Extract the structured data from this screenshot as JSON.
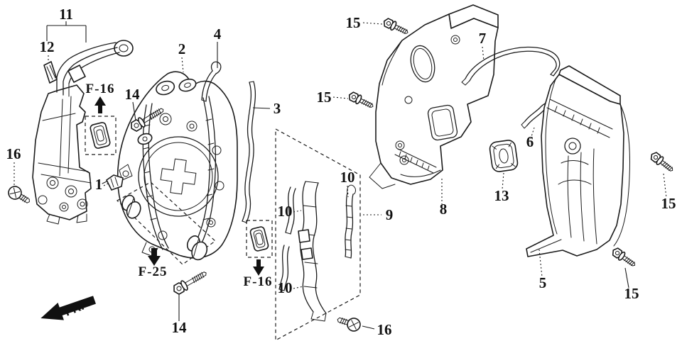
{
  "diagram": {
    "type": "exploded-parts-diagram",
    "background": "#ffffff",
    "line_color": "#1b1b1b"
  },
  "callouts": [
    {
      "text": "11"
    },
    {
      "text": "12"
    },
    {
      "text": "2"
    },
    {
      "text": "4"
    },
    {
      "text": "3"
    },
    {
      "text": "14"
    },
    {
      "text": "16"
    },
    {
      "text": "1"
    },
    {
      "text": "15"
    },
    {
      "text": "15"
    },
    {
      "text": "7"
    },
    {
      "text": "6"
    },
    {
      "text": "10"
    },
    {
      "text": "10"
    },
    {
      "text": "9"
    },
    {
      "text": "8"
    },
    {
      "text": "13"
    },
    {
      "text": "10"
    },
    {
      "text": "5"
    },
    {
      "text": "15"
    },
    {
      "text": "15"
    },
    {
      "text": "14"
    },
    {
      "text": "16"
    }
  ],
  "ref_labels": {
    "f16_upper": {
      "text": "F-16"
    },
    "f16_lower": {
      "text": "F-16"
    },
    "f25": {
      "text": "F-25"
    }
  },
  "direction_indicator": {
    "text": "FR."
  }
}
